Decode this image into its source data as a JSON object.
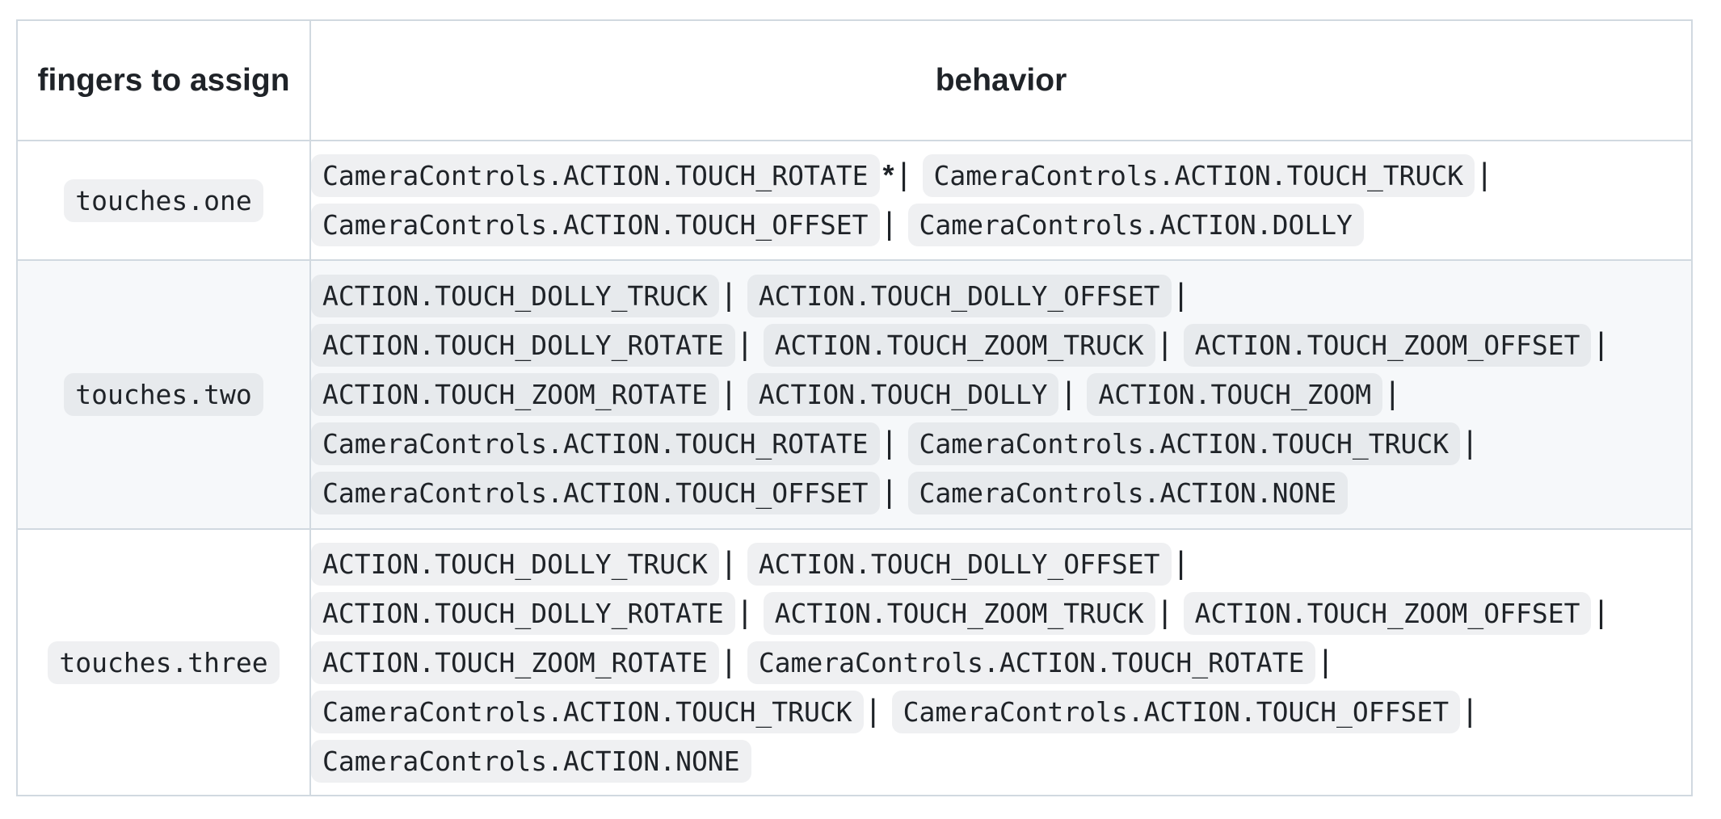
{
  "table": {
    "headers": {
      "fingers": "fingers to assign",
      "behavior": "behavior"
    },
    "rows": [
      {
        "key": "touches.one",
        "items": [
          "CameraControls.ACTION.TOUCH_ROTATE",
          "CameraControls.ACTION.TOUCH_TRUCK",
          "CameraControls.ACTION.TOUCH_OFFSET",
          "CameraControls.ACTION.DOLLY"
        ],
        "default_marker": "*",
        "separator": "|"
      },
      {
        "key": "touches.two",
        "items": [
          "ACTION.TOUCH_DOLLY_TRUCK",
          "ACTION.TOUCH_DOLLY_OFFSET",
          "ACTION.TOUCH_DOLLY_ROTATE",
          "ACTION.TOUCH_ZOOM_TRUCK",
          "ACTION.TOUCH_ZOOM_OFFSET",
          "ACTION.TOUCH_ZOOM_ROTATE",
          "ACTION.TOUCH_DOLLY",
          "ACTION.TOUCH_ZOOM",
          "CameraControls.ACTION.TOUCH_ROTATE",
          "CameraControls.ACTION.TOUCH_TRUCK",
          "CameraControls.ACTION.TOUCH_OFFSET",
          "CameraControls.ACTION.NONE"
        ],
        "separator": "|"
      },
      {
        "key": "touches.three",
        "items": [
          "ACTION.TOUCH_DOLLY_TRUCK",
          "ACTION.TOUCH_DOLLY_OFFSET",
          "ACTION.TOUCH_DOLLY_ROTATE",
          "ACTION.TOUCH_ZOOM_TRUCK",
          "ACTION.TOUCH_ZOOM_OFFSET",
          "ACTION.TOUCH_ZOOM_ROTATE",
          "CameraControls.ACTION.TOUCH_ROTATE",
          "CameraControls.ACTION.TOUCH_TRUCK",
          "CameraControls.ACTION.TOUCH_OFFSET",
          "CameraControls.ACTION.NONE"
        ],
        "separator": "|"
      }
    ]
  },
  "colors": {
    "border": "#d1d9e0",
    "row_alt_bg": "#f6f8fa",
    "code_bg": "#eff1f3",
    "text": "#1f2328"
  }
}
